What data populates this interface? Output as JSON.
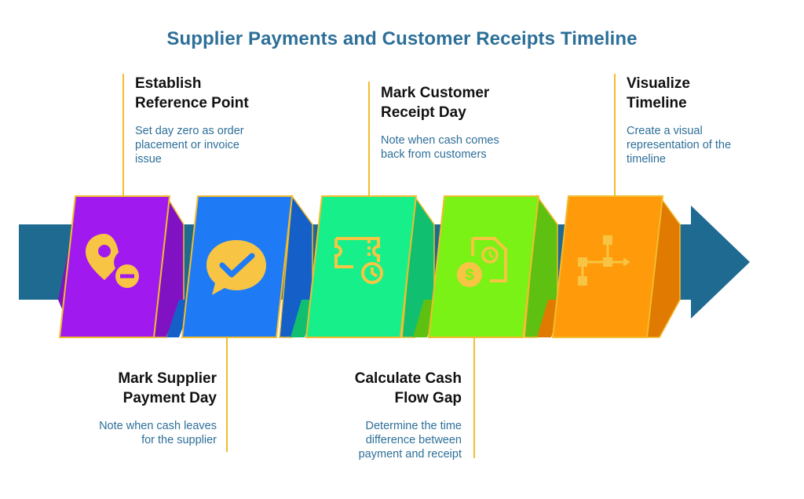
{
  "title": "Supplier Payments and Customer Receipts Timeline",
  "steps": [
    {
      "heading_line1": "Establish",
      "heading_line2": "Reference Point",
      "desc_line1": "Set day zero as order",
      "desc_line2": "placement or invoice",
      "desc_line3": "issue",
      "icon": "location-pin-minus-icon",
      "color": "#a01af0"
    },
    {
      "heading_line1": "Mark Supplier",
      "heading_line2": "Payment Day",
      "desc_line1": "Note when cash leaves",
      "desc_line2": "for the supplier",
      "icon": "chat-checkmark-icon",
      "color": "#1e7bf5"
    },
    {
      "heading_line1": "Mark Customer",
      "heading_line2": "Receipt Day",
      "desc_line1": "Note when cash comes",
      "desc_line2": "back from customers",
      "icon": "ticket-clock-icon",
      "color": "#17f08a"
    },
    {
      "heading_line1": "Calculate Cash",
      "heading_line2": "Flow Gap",
      "desc_line1": "Determine the time",
      "desc_line2": "difference between",
      "desc_line3": "payment and receipt",
      "icon": "dollar-document-clock-icon",
      "color": "#7af215"
    },
    {
      "heading_line1": "Visualize",
      "heading_line2": "Timeline",
      "desc_line1": "Create a visual",
      "desc_line2": "representation of the",
      "desc_line3": "timeline",
      "icon": "flowchart-icon",
      "color": "#ff9a0a"
    }
  ],
  "colors": {
    "title": "#2d6f98",
    "band": "#1f6a91",
    "outline": "#f2bc2e",
    "icon": "#f7c543"
  }
}
